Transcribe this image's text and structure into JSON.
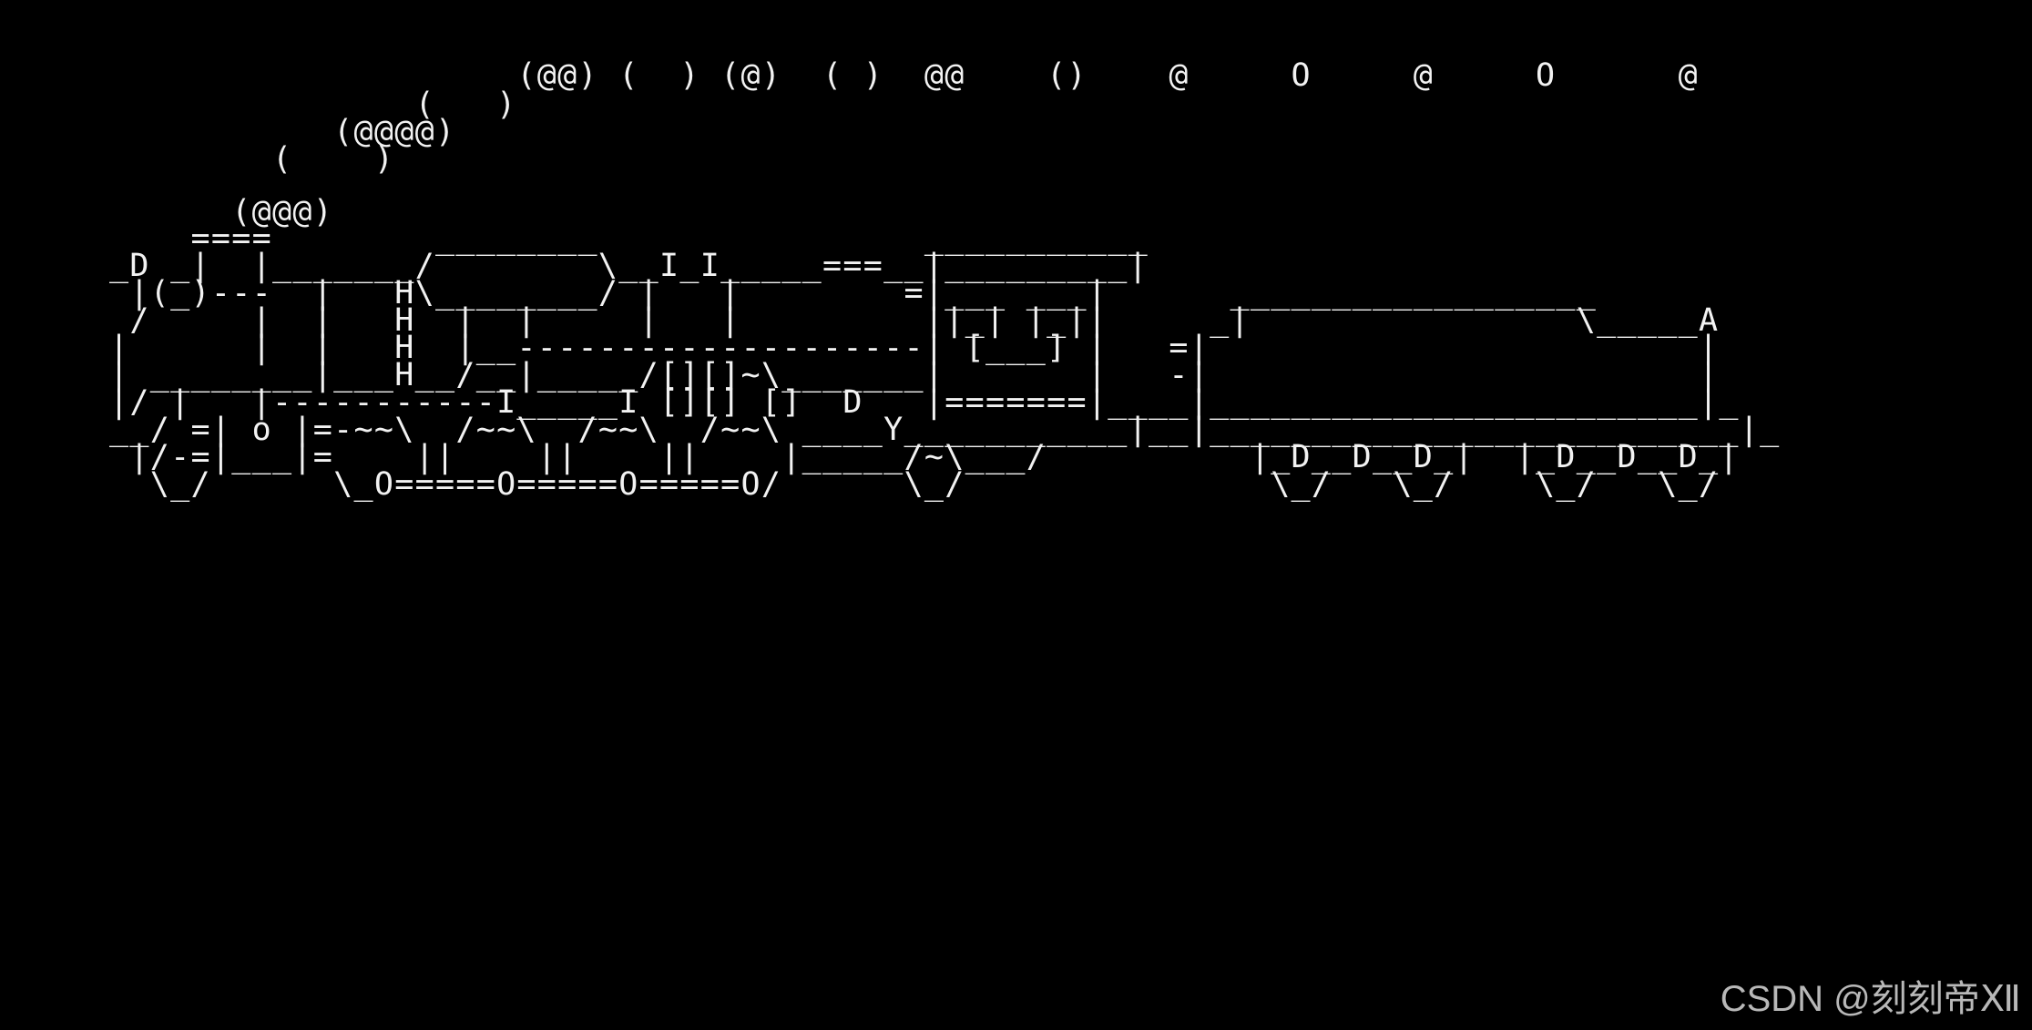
{
  "terminal": {
    "background_color": "#000000",
    "text_color": "#f2f2f2",
    "lines": [
      "                    (@@) (  ) (@)  ( )  @@    ()    @     O     @     O      @",
      "               (   )",
      "           (@@@@)",
      "        (    )",
      "",
      "      (@@@)",
      "    ====        ________                ___________",
      "_D _|  |_______/        \\__I_I_____===__|_________|",
      " |(_)---  |   H\\________/ |   |        =|___ ___|      __________________",
      " /     |  |   H  |  |     |   |         ||_| |_||     _|                \\_____A",
      "|      |  |   H  |__--------------------| [___] |   =|                        |",
      "| ________|___H__/__|_____/[][]~\\_______|       |   -|                        |",
      "|/ |   |-----------I_____I [][] []  D   |=======|____|________________________|_",
      "__/ =| o |=-~~\\  /~~\\  /~~\\  /~~\\ ____Y___________|__|__________________________|_",
      " |/-=|___|=    ||    ||    ||    |_____/~\\___/          |_D__D__D_|  |_D__D__D_|",
      "  \\_/      \\_O=====O=====O=====O/      \\_/               \\_/   \\_/    \\_/   \\_/"
    ]
  },
  "watermark": {
    "text": "CSDN @刻刻帝Ⅻ"
  }
}
